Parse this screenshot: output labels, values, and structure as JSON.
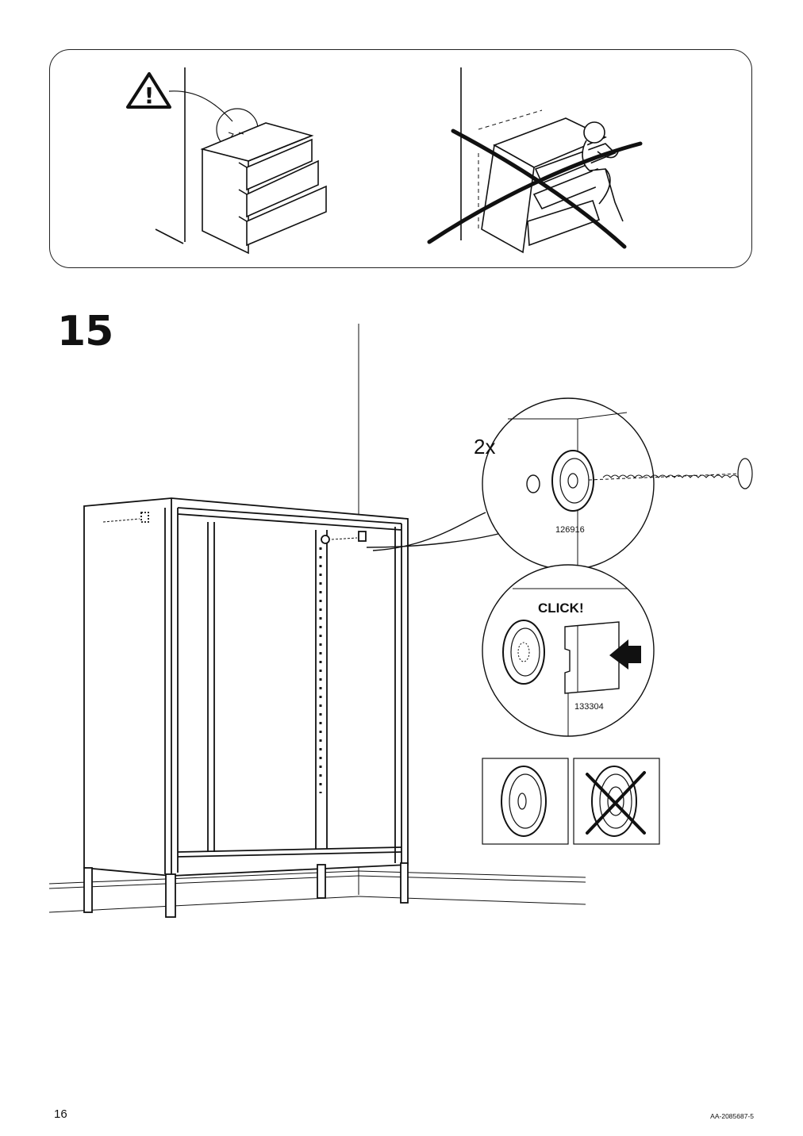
{
  "page": {
    "number": "16",
    "doc_code": "AA-2085687-5"
  },
  "step": {
    "number": "15"
  },
  "detail": {
    "quantity": "2x",
    "part_a": "126916",
    "part_b": "133304",
    "click_text": "CLICK!"
  },
  "icons": [
    "warning-icon",
    "arrow-icon",
    "cross-icon"
  ]
}
